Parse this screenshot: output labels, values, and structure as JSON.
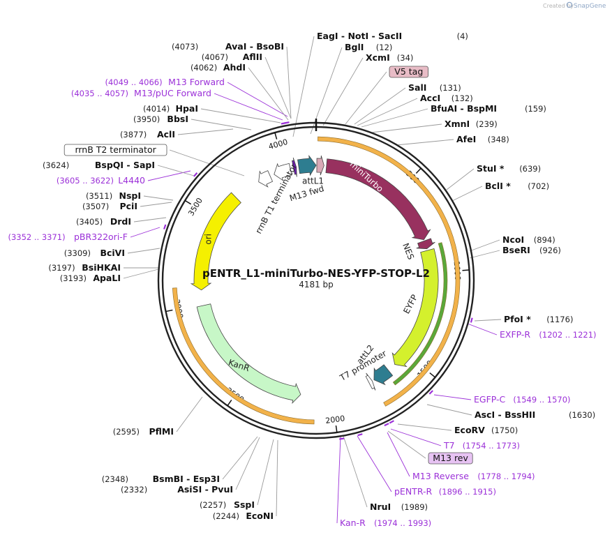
{
  "branding": {
    "created_by": "Created by",
    "logo": "SnapGene"
  },
  "plasmid": {
    "name": "pENTR_L1-miniTurbo-NES-YFP-STOP-L2",
    "length": 4181,
    "length_text": "4181 bp"
  },
  "colors": {
    "enzyme": "#111111",
    "primer": "#9b30d8",
    "miniTurbo": "#98315f",
    "NES": "#98315f",
    "EYFP": "#d4f02d",
    "KanR": "#c7f7c7",
    "ori": "#f5f000",
    "attL": "#2e7d90",
    "V5tag": "#d9a9b6",
    "orange_band": "#f2b24a",
    "green_band": "#5aa83a"
  },
  "ticks": [
    "500",
    "1000",
    "1500",
    "2000",
    "2500",
    "3000",
    "3500",
    "4000"
  ],
  "features": [
    {
      "name": "miniTurbo",
      "start": 60,
      "end": 805,
      "direction": "cw",
      "color": "#98315f",
      "text_color": "#ffffff"
    },
    {
      "name": "NES",
      "start": 812,
      "end": 860,
      "direction": "cw",
      "color": "#98315f",
      "text_color": "#222222"
    },
    {
      "name": "EYFP",
      "start": 870,
      "end": 1590,
      "direction": "cw",
      "color": "#d4f02d",
      "text_color": "#222222"
    },
    {
      "name": "attL2",
      "start": 1640,
      "end": 1740,
      "direction": "cw",
      "color": "#2e7d90",
      "text_color": "#222222"
    },
    {
      "name": "T7 promoter",
      "start": 1752,
      "end": 1773,
      "direction": "ccw",
      "color": "#ffffff",
      "text_color": "#222222"
    },
    {
      "name": "KanR",
      "start": 2180,
      "end": 2990,
      "direction": "ccw",
      "color": "#c7f7c7",
      "text_color": "#222222"
    },
    {
      "name": "ori",
      "start": 3080,
      "end": 3670,
      "direction": "ccw",
      "color": "#f5f000",
      "text_color": "#222222"
    },
    {
      "name": "rrnB T1 terminator",
      "start": 3830,
      "end": 3905,
      "direction": "ccw",
      "color": "#ffffff",
      "text_color": "#222222"
    },
    {
      "name": "rrnB T1 terminator",
      "start": 3930,
      "end": 4030,
      "direction": "ccw",
      "color": "#ffffff",
      "text_color": "#222222"
    },
    {
      "name": "M13 fwd",
      "start": 4049,
      "end": 4066,
      "direction": "cw",
      "color": "#6a1fa8",
      "text_color": "#222222"
    },
    {
      "name": "attL1",
      "start": 4080,
      "end": 4181,
      "direction": "cw",
      "color": "#2e7d90",
      "text_color": "#222222"
    },
    {
      "name": "V5 tag",
      "start": 4,
      "end": 46,
      "direction": "cw",
      "color": "#d9a9b6",
      "text_color": "#222222"
    }
  ],
  "bands": [
    {
      "name": "upper-orange-band",
      "start": 8,
      "end": 1755,
      "color": "#f2b24a"
    },
    {
      "name": "lower-orange-band",
      "start": 2100,
      "end": 3100,
      "color": "#f2b24a"
    },
    {
      "name": "green-band",
      "start": 850,
      "end": 1660,
      "color": "#5aa83a"
    }
  ],
  "site_labels": [
    {
      "text": "EagI  -  NotI  -  SacII",
      "pos": "(4)",
      "type": "enzyme"
    },
    {
      "text": "BglI",
      "pos": "(12)",
      "type": "enzyme"
    },
    {
      "text": "XcmI",
      "pos": "(34)",
      "type": "enzyme"
    },
    {
      "text": "V5 tag",
      "pos": "",
      "type": "box-pink"
    },
    {
      "text": "SalI",
      "pos": "(131)",
      "type": "enzyme"
    },
    {
      "text": "AccI",
      "pos": "(132)",
      "type": "enzyme"
    },
    {
      "text": "BfuAI  -  BspMI",
      "pos": "(159)",
      "type": "enzyme"
    },
    {
      "text": "XmnI",
      "pos": "(239)",
      "type": "enzyme"
    },
    {
      "text": "AfeI",
      "pos": "(348)",
      "type": "enzyme"
    },
    {
      "text": "StuI *",
      "pos": "(639)",
      "type": "enzyme"
    },
    {
      "text": "BclI *",
      "pos": "(702)",
      "type": "enzyme"
    },
    {
      "text": "NcoI",
      "pos": "(894)",
      "type": "enzyme"
    },
    {
      "text": "BseRI",
      "pos": "(926)",
      "type": "enzyme"
    },
    {
      "text": "PfoI *",
      "pos": "(1176)",
      "type": "enzyme"
    },
    {
      "text": "EXFP-R",
      "pos": "(1202 .. 1221)",
      "type": "primer"
    },
    {
      "text": "EGFP-C",
      "pos": "(1549 .. 1570)",
      "type": "primer"
    },
    {
      "text": "AscI  -  BssHII",
      "pos": "(1630)",
      "type": "enzyme"
    },
    {
      "text": "EcoRV",
      "pos": "(1750)",
      "type": "enzyme"
    },
    {
      "text": "T7",
      "pos": "(1754 .. 1773)",
      "type": "primer"
    },
    {
      "text": "M13 rev",
      "pos": "",
      "type": "box-purple"
    },
    {
      "text": "M13 Reverse",
      "pos": "(1778 .. 1794)",
      "type": "primer"
    },
    {
      "text": "pENTR-R",
      "pos": "(1896 .. 1915)",
      "type": "primer"
    },
    {
      "text": "NruI",
      "pos": "(1989)",
      "type": "enzyme"
    },
    {
      "text": "Kan-R",
      "pos": "(1974 .. 1993)",
      "type": "primer"
    },
    {
      "text": "EcoNI",
      "pos": "(2244)",
      "type": "enzyme"
    },
    {
      "text": "SspI",
      "pos": "(2257)",
      "type": "enzyme"
    },
    {
      "text": "AsiSI  -  PvuI",
      "pos": "(2332)",
      "type": "enzyme"
    },
    {
      "text": "BsmBI  -  Esp3I",
      "pos": "(2348)",
      "type": "enzyme"
    },
    {
      "text": "PflMI",
      "pos": "(2595)",
      "type": "enzyme"
    },
    {
      "text": "ApaLI",
      "pos": "(3193)",
      "type": "enzyme"
    },
    {
      "text": "BsiHKAI",
      "pos": "(3197)",
      "type": "enzyme"
    },
    {
      "text": "BciVI",
      "pos": "(3309)",
      "type": "enzyme"
    },
    {
      "text": "pBR322ori-F",
      "pos": "(3352 .. 3371)",
      "type": "primer"
    },
    {
      "text": "DrdI",
      "pos": "(3405)",
      "type": "enzyme"
    },
    {
      "text": "PciI",
      "pos": "(3507)",
      "type": "enzyme"
    },
    {
      "text": "NspI",
      "pos": "(3511)",
      "type": "enzyme"
    },
    {
      "text": "L4440",
      "pos": "(3605 .. 3622)",
      "type": "primer"
    },
    {
      "text": "BspQI  -  SapI",
      "pos": "(3624)",
      "type": "enzyme"
    },
    {
      "text": "rrnB T2 terminator",
      "pos": "",
      "type": "box-white"
    },
    {
      "text": "AclI",
      "pos": "(3877)",
      "type": "enzyme"
    },
    {
      "text": "BbsI",
      "pos": "(3950)",
      "type": "enzyme"
    },
    {
      "text": "HpaI",
      "pos": "(4014)",
      "type": "enzyme"
    },
    {
      "text": "M13/pUC Forward",
      "pos": "(4035 .. 4057)",
      "type": "primer"
    },
    {
      "text": "M13 Forward",
      "pos": "(4049 .. 4066)",
      "type": "primer"
    },
    {
      "text": "AhdI",
      "pos": "(4062)",
      "type": "enzyme"
    },
    {
      "text": "AflII",
      "pos": "(4067)",
      "type": "enzyme"
    },
    {
      "text": "AvaI  -  BsoBI",
      "pos": "(4073)",
      "type": "enzyme"
    }
  ]
}
